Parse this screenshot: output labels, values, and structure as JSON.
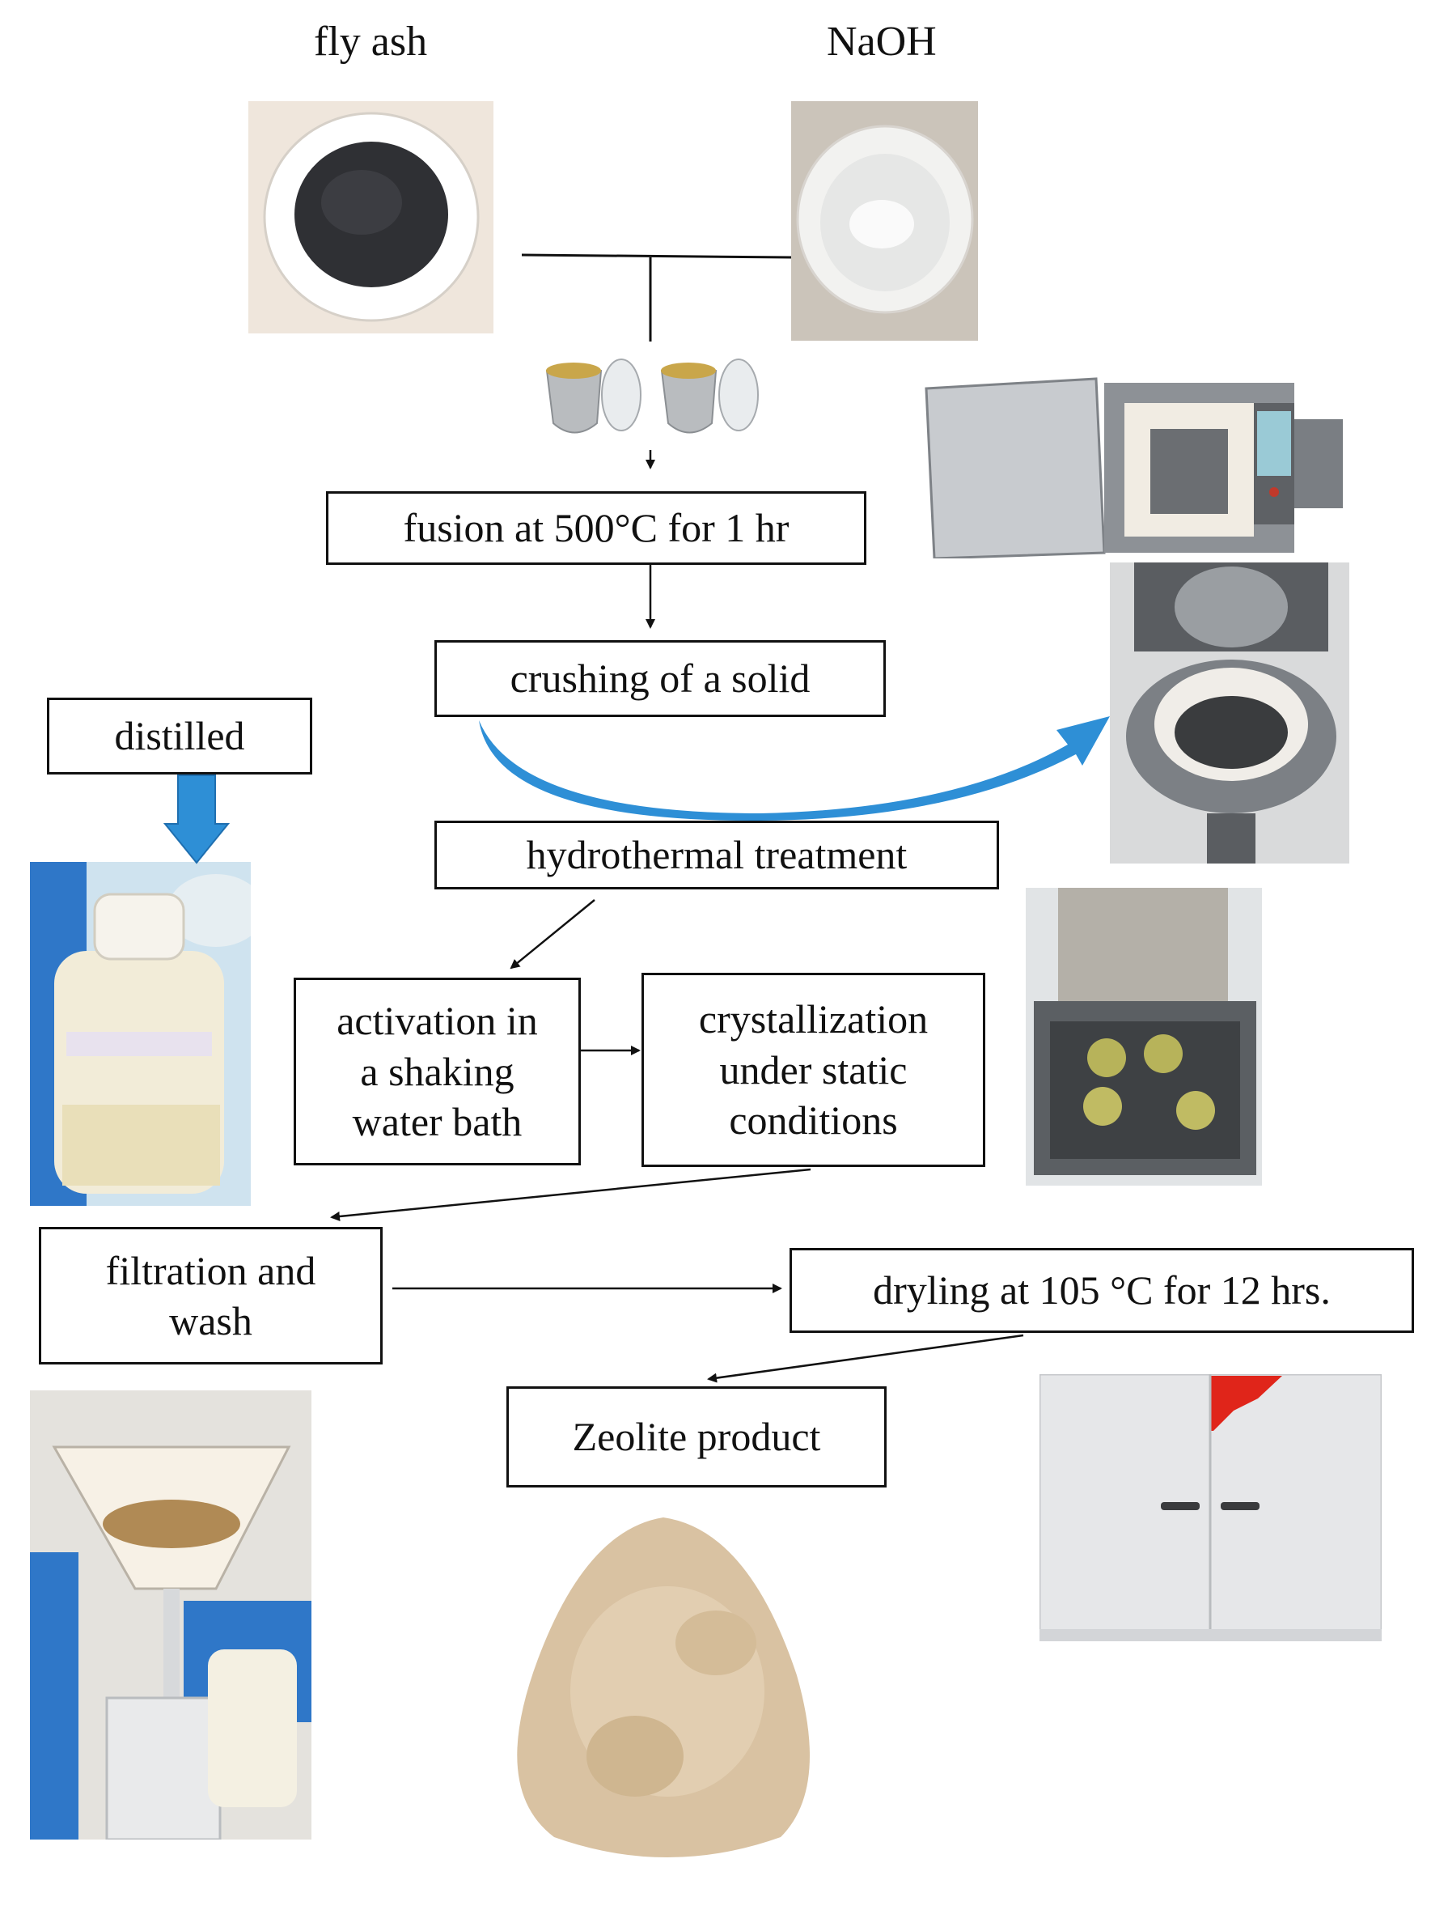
{
  "labels": {
    "fly_ash": "fly ash",
    "naoh": "NaOH"
  },
  "steps": {
    "fusion": "fusion at 500°C for 1 hr",
    "crushing": "crushing of a solid",
    "distilled": "distilled",
    "hydrothermal": "hydrothermal treatment",
    "activation": [
      "activation in",
      "a shaking",
      "water bath"
    ],
    "crystallization": [
      "crystallization",
      "under static",
      "conditions"
    ],
    "filtration": [
      "filtration and",
      "wash"
    ],
    "drying": "dryling at 105 °C for 12 hrs.",
    "product": "Zeolite product"
  },
  "colors": {
    "line": "#111111",
    "blue_arrow": "#2e8fd6",
    "powder": "#d9c2a2"
  },
  "icons": [
    "fly-ash-bowl-photo",
    "naoh-bowl-photo",
    "crucibles-photo",
    "muffle-furnace-photo",
    "mill-photo",
    "water-bottle-photo",
    "water-bath-photo",
    "filtration-photo",
    "zeolite-powder-photo",
    "drying-oven-photo"
  ]
}
